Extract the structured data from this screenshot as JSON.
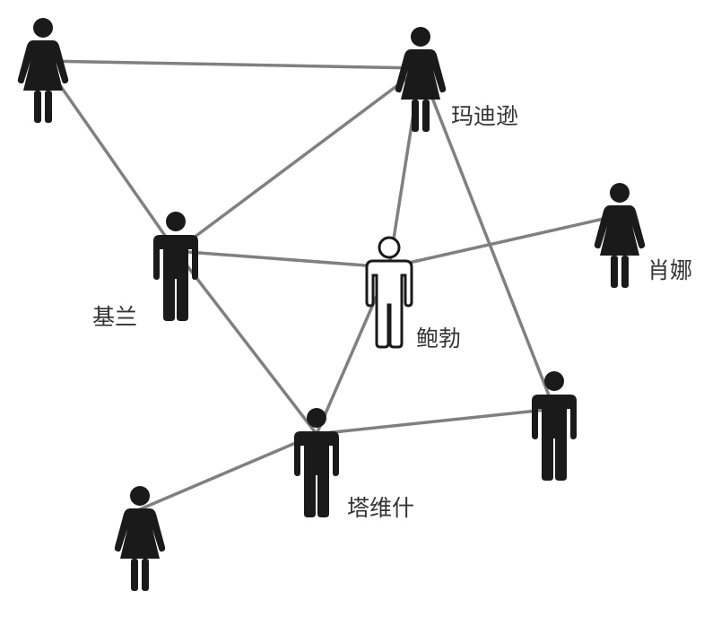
{
  "diagram": {
    "colors": {
      "edge": "#808080",
      "figure": "#1a1a1a",
      "highlight_fill": "#ffffff",
      "label": "#333333"
    },
    "nodes": [
      {
        "id": "woman-top-left",
        "figure": "female",
        "label": ""
      },
      {
        "id": "madison",
        "figure": "female",
        "label": "玛迪逊"
      },
      {
        "id": "kiran",
        "figure": "male",
        "label": "基兰"
      },
      {
        "id": "bob",
        "figure": "male-outline",
        "label": "鲍勃"
      },
      {
        "id": "shona",
        "figure": "female",
        "label": "肖娜"
      },
      {
        "id": "tavish",
        "figure": "male",
        "label": "塔维什"
      },
      {
        "id": "man-right",
        "figure": "male",
        "label": ""
      },
      {
        "id": "woman-bottom-left",
        "figure": "female",
        "label": ""
      }
    ],
    "edges": [
      [
        "woman-top-left",
        "madison"
      ],
      [
        "woman-top-left",
        "kiran"
      ],
      [
        "kiran",
        "madison"
      ],
      [
        "kiran",
        "bob"
      ],
      [
        "kiran",
        "tavish"
      ],
      [
        "madison",
        "bob"
      ],
      [
        "madison",
        "man-right"
      ],
      [
        "bob",
        "shona"
      ],
      [
        "bob",
        "tavish"
      ],
      [
        "tavish",
        "man-right"
      ],
      [
        "tavish",
        "woman-bottom-left"
      ]
    ]
  }
}
